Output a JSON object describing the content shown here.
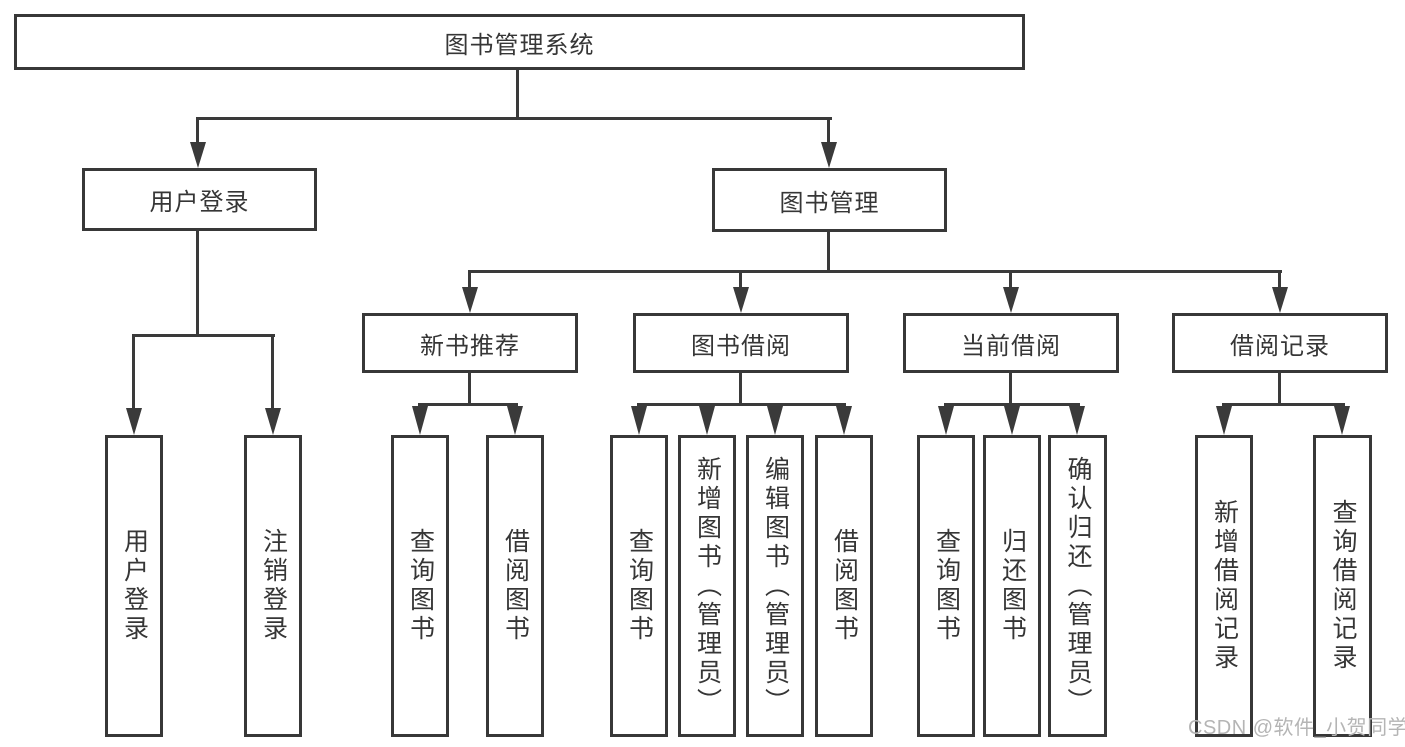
{
  "diagram": {
    "type": "hierarchy-tree",
    "root": {
      "label": "图书管理系统"
    },
    "level2": [
      "用户登录",
      "图书管理"
    ],
    "level3": [
      "新书推荐",
      "图书借阅",
      "当前借阅",
      "借阅记录"
    ],
    "leaves": {
      "user_login": [
        "用户登录",
        "注销登录"
      ],
      "new_books": [
        "查询图书",
        "借阅图书"
      ],
      "book_borrow": [
        "查询图书",
        "新增图书（管理员）",
        "编辑图书（管理员）",
        "借阅图书"
      ],
      "current_borrow": [
        "查询图书",
        "归还图书",
        "确认归还（管理员）"
      ],
      "borrow_records": [
        "新增借阅记录",
        "查询借阅记录"
      ]
    },
    "edges": [
      "图书管理系统→用户登录",
      "图书管理系统→图书管理",
      "用户登录→用户登录",
      "用户登录→注销登录",
      "图书管理→新书推荐",
      "图书管理→图书借阅",
      "图书管理→当前借阅",
      "图书管理→借阅记录",
      "新书推荐→查询图书",
      "新书推荐→借阅图书",
      "图书借阅→查询图书",
      "图书借阅→新增图书（管理员）",
      "图书借阅→编辑图书（管理员）",
      "图书借阅→借阅图书",
      "当前借阅→查询图书",
      "当前借阅→归还图书",
      "当前借阅→确认归还（管理员）",
      "借阅记录→新增借阅记录",
      "借阅记录→查询借阅记录"
    ]
  },
  "watermark": "CSDN @软件_小贺同学",
  "colors": {
    "line": "#3a3a3a",
    "border": "#383838",
    "text": "#363636",
    "watermark": "#b5b5b5",
    "background": "#ffffff"
  }
}
